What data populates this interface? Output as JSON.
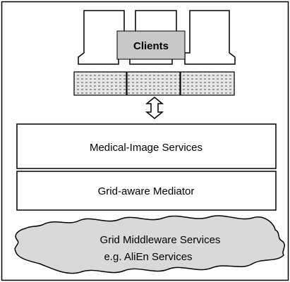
{
  "clients": {
    "label": "Clients"
  },
  "layers": {
    "medical_image_services": "Medical-Image Services",
    "grid_aware_mediator": "Grid-aware Mediator"
  },
  "middleware": {
    "line1": "Grid Middleware Services",
    "line2": "e.g. AliEn Services"
  },
  "colors": {
    "stroke": "#000000",
    "clients_box": "#c8c8c8",
    "cloud_fill": "#d9d9d9",
    "keyboard_fill": "#e6e6e6"
  }
}
